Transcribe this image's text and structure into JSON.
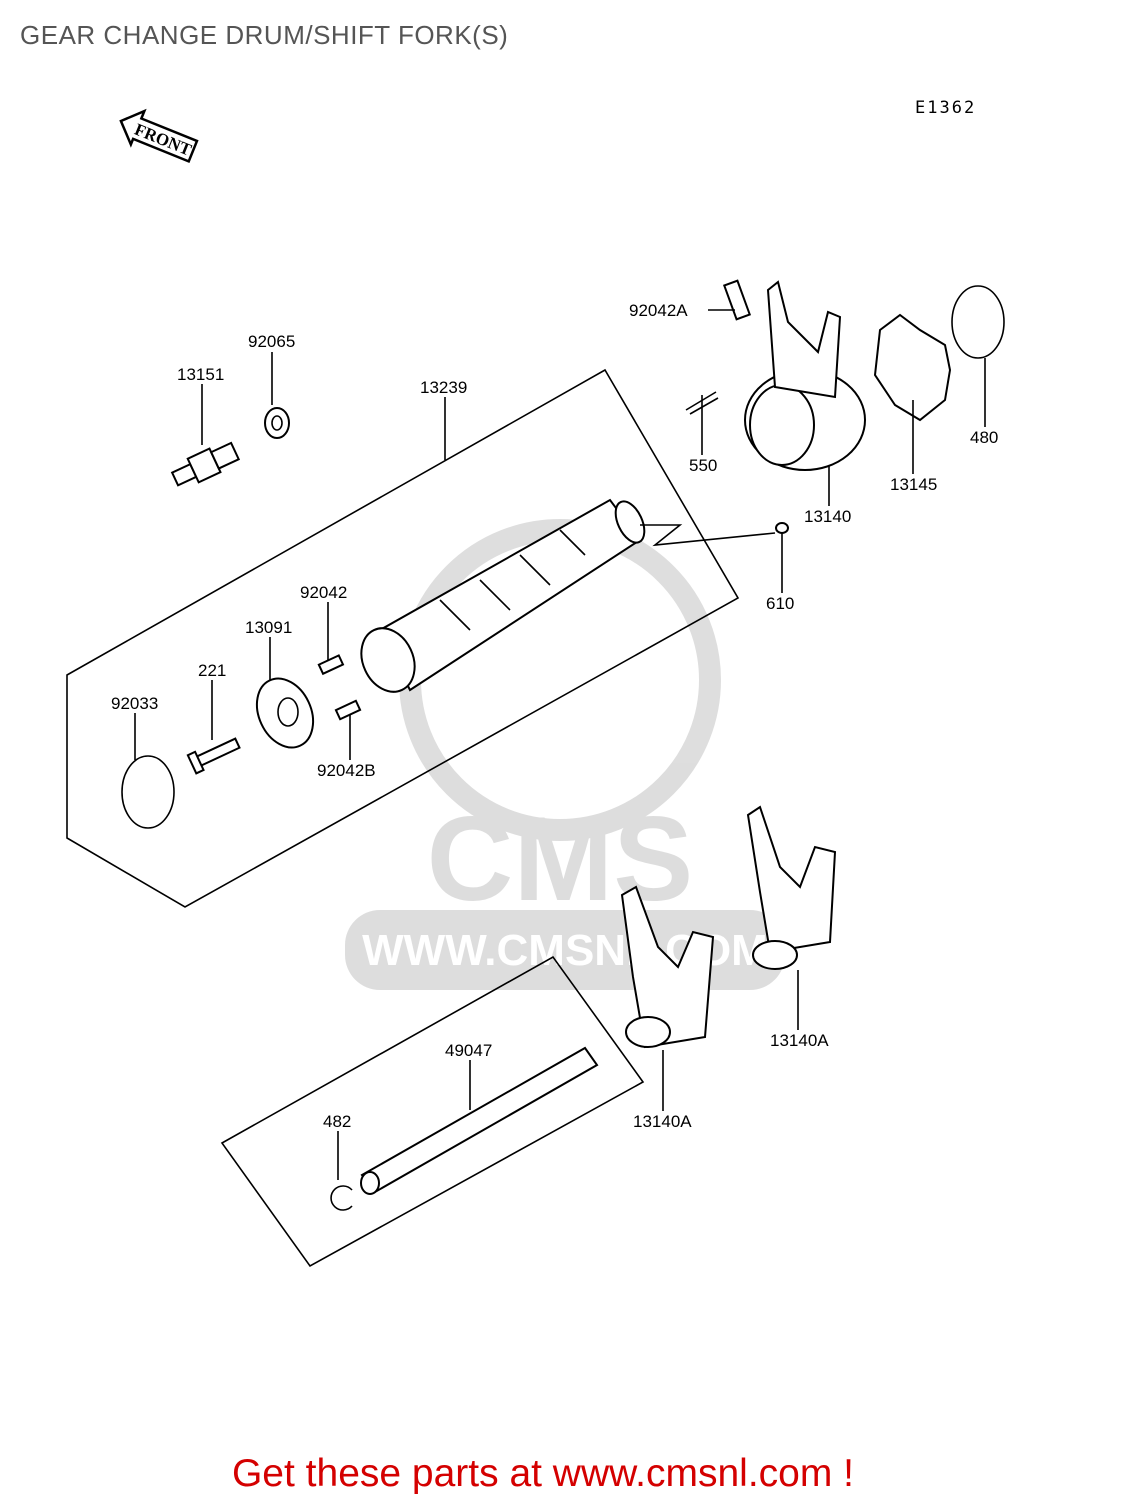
{
  "header": {
    "title": "GEAR CHANGE DRUM/SHIFT FORK(S)",
    "diagram_code": "E1362"
  },
  "orientation_arrow": {
    "label": "FRONT",
    "icon": "front-arrow-icon"
  },
  "watermark": {
    "logo": "CMS",
    "url": "WWW.CMSNL.COM"
  },
  "parts": [
    {
      "number": "92042A"
    },
    {
      "number": "92065"
    },
    {
      "number": "13151"
    },
    {
      "number": "13239"
    },
    {
      "number": "550"
    },
    {
      "number": "480"
    },
    {
      "number": "13145"
    },
    {
      "number": "13140"
    },
    {
      "number": "610"
    },
    {
      "number": "92042"
    },
    {
      "number": "13091"
    },
    {
      "number": "221"
    },
    {
      "number": "92033"
    },
    {
      "number": "92042B"
    },
    {
      "number": "49047"
    },
    {
      "number": "482"
    },
    {
      "number": "13140A"
    },
    {
      "number": "13140A"
    }
  ],
  "footer": {
    "text": "Get these parts at www.cmsnl.com !"
  }
}
